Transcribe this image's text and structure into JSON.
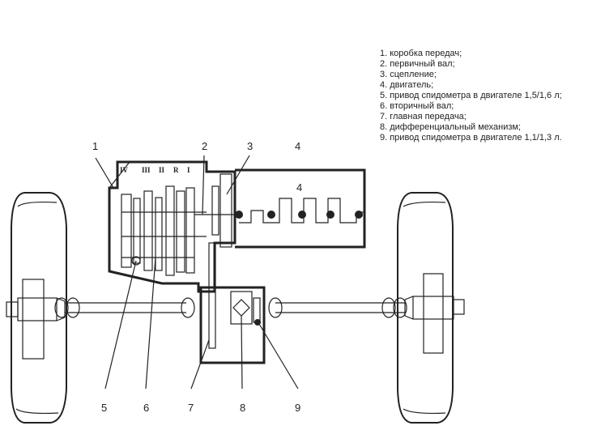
{
  "legend": [
    "1. коробка передач;",
    "2. первичный вал;",
    "3. сцепление;",
    "4. двигатель;",
    "5. привод спидометра в двигателе 1,5/1,6 л;",
    "6. вторичный вал;",
    "7. главная передача;",
    "8. дифференциальный механизм;",
    "9. привод спидометра в двигателе 1,1/1,3 л."
  ],
  "callouts": {
    "c1": "1",
    "c2": "2",
    "c3": "3",
    "c4": "4",
    "c5": "5",
    "c6": "6",
    "c7": "7",
    "c8": "8",
    "c9": "9"
  },
  "gear_labels": {
    "g4": "IV",
    "g3": "III",
    "g2": "II",
    "gR": "R",
    "g1": "I"
  }
}
